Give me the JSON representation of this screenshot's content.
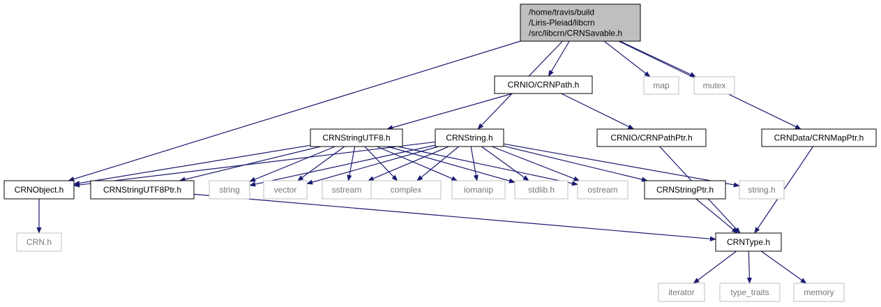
{
  "diagram": {
    "type": "include-dependency-graph",
    "colors": {
      "edge": "#191970",
      "root_fill": "#bfbfbf",
      "node_border": "#000000",
      "system_border": "#bfbfbf",
      "system_text": "#777777"
    },
    "nodes": [
      {
        "id": "root",
        "kind": "root",
        "lines": [
          "/home/travis/build",
          "/Liris-Pleiad/libcrn",
          "/src/libcrn/CRNSavable.h"
        ]
      },
      {
        "id": "crnpath",
        "kind": "file",
        "lines": [
          "CRNIO/CRNPath.h"
        ]
      },
      {
        "id": "map",
        "kind": "system",
        "lines": [
          "map"
        ]
      },
      {
        "id": "mutex",
        "kind": "system",
        "lines": [
          "mutex"
        ]
      },
      {
        "id": "crnstringutf8",
        "kind": "file",
        "lines": [
          "CRNStringUTF8.h"
        ]
      },
      {
        "id": "crnstring",
        "kind": "file",
        "lines": [
          "CRNString.h"
        ]
      },
      {
        "id": "crnpathptr",
        "kind": "file",
        "lines": [
          "CRNIO/CRNPathPtr.h"
        ]
      },
      {
        "id": "crnmapptr",
        "kind": "file",
        "lines": [
          "CRNData/CRNMapPtr.h"
        ]
      },
      {
        "id": "crnobject",
        "kind": "file",
        "lines": [
          "CRNObject.h"
        ]
      },
      {
        "id": "crnstringutf8ptr",
        "kind": "file",
        "lines": [
          "CRNStringUTF8Ptr.h"
        ]
      },
      {
        "id": "string",
        "kind": "system",
        "lines": [
          "string"
        ]
      },
      {
        "id": "vector",
        "kind": "system",
        "lines": [
          "vector"
        ]
      },
      {
        "id": "sstream",
        "kind": "system",
        "lines": [
          "sstream"
        ]
      },
      {
        "id": "complex",
        "kind": "system",
        "lines": [
          "complex"
        ]
      },
      {
        "id": "iomanip",
        "kind": "system",
        "lines": [
          "iomanip"
        ]
      },
      {
        "id": "stdlib",
        "kind": "system",
        "lines": [
          "stdlib.h"
        ]
      },
      {
        "id": "ostream",
        "kind": "system",
        "lines": [
          "ostream"
        ]
      },
      {
        "id": "crnstringptr",
        "kind": "file",
        "lines": [
          "CRNStringPtr.h"
        ]
      },
      {
        "id": "stringh",
        "kind": "system",
        "lines": [
          "string.h"
        ]
      },
      {
        "id": "crnh",
        "kind": "system",
        "lines": [
          "CRN.h"
        ]
      },
      {
        "id": "crntype",
        "kind": "file",
        "lines": [
          "CRNType.h"
        ]
      },
      {
        "id": "iterator",
        "kind": "system",
        "lines": [
          "iterator"
        ]
      },
      {
        "id": "type_traits",
        "kind": "system",
        "lines": [
          "type_traits"
        ]
      },
      {
        "id": "memory",
        "kind": "system",
        "lines": [
          "memory"
        ]
      }
    ],
    "edges": [
      [
        "root",
        "crnobject"
      ],
      [
        "root",
        "crnpath"
      ],
      [
        "root",
        "crnstring"
      ],
      [
        "root",
        "map"
      ],
      [
        "root",
        "mutex"
      ],
      [
        "root",
        "crnmapptr"
      ],
      [
        "crnpath",
        "crnstringutf8"
      ],
      [
        "crnpath",
        "crnpathptr"
      ],
      [
        "crnstringutf8",
        "crnobject"
      ],
      [
        "crnstringutf8",
        "crnstringutf8ptr"
      ],
      [
        "crnstringutf8",
        "string"
      ],
      [
        "crnstringutf8",
        "vector"
      ],
      [
        "crnstringutf8",
        "sstream"
      ],
      [
        "crnstringutf8",
        "complex"
      ],
      [
        "crnstringutf8",
        "iomanip"
      ],
      [
        "crnstringutf8",
        "stdlib"
      ],
      [
        "crnstringutf8",
        "ostream"
      ],
      [
        "crnstring",
        "crnobject"
      ],
      [
        "crnstring",
        "string"
      ],
      [
        "crnstring",
        "vector"
      ],
      [
        "crnstring",
        "sstream"
      ],
      [
        "crnstring",
        "complex"
      ],
      [
        "crnstring",
        "iomanip"
      ],
      [
        "crnstring",
        "stdlib"
      ],
      [
        "crnstring",
        "ostream"
      ],
      [
        "crnstring",
        "crnstringptr"
      ],
      [
        "crnstring",
        "stringh"
      ],
      [
        "crnpathptr",
        "crntype"
      ],
      [
        "crnmapptr",
        "crntype"
      ],
      [
        "crnobject",
        "crnh"
      ],
      [
        "crnstringutf8ptr",
        "crntype"
      ],
      [
        "crnstringptr",
        "crntype"
      ],
      [
        "crntype",
        "iterator"
      ],
      [
        "crntype",
        "type_traits"
      ],
      [
        "crntype",
        "memory"
      ]
    ]
  }
}
